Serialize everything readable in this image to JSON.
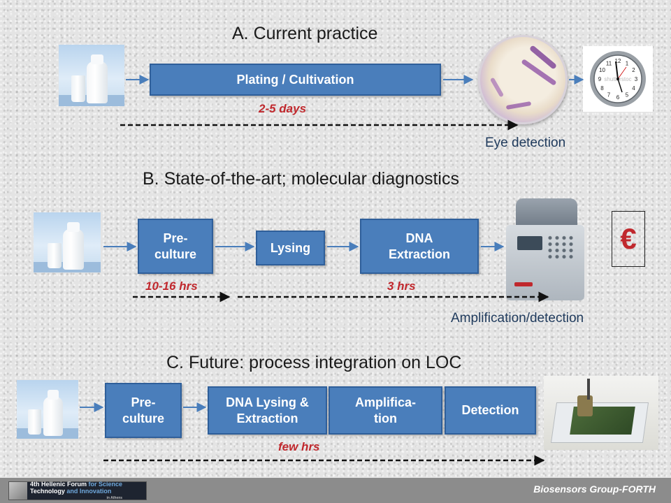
{
  "section_a": {
    "title": "A. Current practice",
    "step": "Plating / Cultivation",
    "duration": "2-5 days",
    "caption": "Eye detection",
    "clock_numbers": [
      "12",
      "1",
      "2",
      "3",
      "4",
      "5",
      "6",
      "7",
      "8",
      "9",
      "10",
      "11"
    ],
    "clock_watermark": "shutterstoc"
  },
  "section_b": {
    "title": "B. State-of-the-art; molecular diagnostics",
    "steps": [
      "Pre-\nculture",
      "Lysing",
      "DNA\nExtraction"
    ],
    "duration_1": "10-16 hrs",
    "duration_2": "3 hrs",
    "caption": "Amplification/detection",
    "cost_symbol": "€"
  },
  "section_c": {
    "title": "C. Future: process integration on LOC",
    "steps": [
      "Pre-\nculture",
      "DNA Lysing &\nExtraction",
      "Amplifica-\ntion",
      "Detection"
    ],
    "duration": "few hrs"
  },
  "footer": {
    "logo_line1": "4th Hellenic Forum",
    "logo_line1_blue": "for Science",
    "logo_line2": "Technology",
    "logo_line2_blue": "and Innovation",
    "logo_line3": "in Athens",
    "brand": "Biosensors Group-FORTH"
  },
  "colors": {
    "box": "#4a7ebb",
    "arrow": "#4a7ebb",
    "duration": "#c0282d",
    "cost": "#c0282d"
  }
}
